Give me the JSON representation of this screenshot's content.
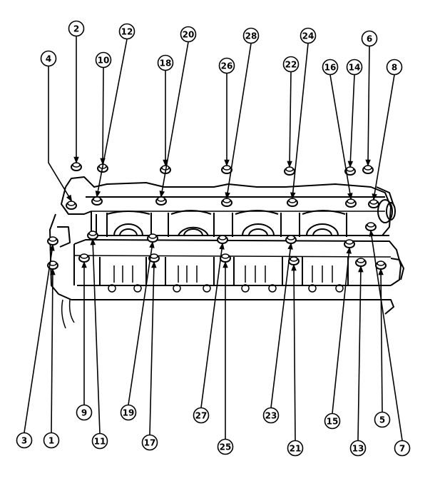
{
  "callouts": [
    {
      "n": "1"
    },
    {
      "n": "2"
    },
    {
      "n": "3"
    },
    {
      "n": "4"
    },
    {
      "n": "5"
    },
    {
      "n": "6"
    },
    {
      "n": "7"
    },
    {
      "n": "8"
    },
    {
      "n": "9"
    },
    {
      "n": "10"
    },
    {
      "n": "11"
    },
    {
      "n": "12"
    },
    {
      "n": "13"
    },
    {
      "n": "14"
    },
    {
      "n": "15"
    },
    {
      "n": "16"
    },
    {
      "n": "17"
    },
    {
      "n": "18"
    },
    {
      "n": "19"
    },
    {
      "n": "20"
    },
    {
      "n": "21"
    },
    {
      "n": "22"
    },
    {
      "n": "23"
    },
    {
      "n": "24"
    },
    {
      "n": "25"
    },
    {
      "n": "26"
    },
    {
      "n": "27"
    },
    {
      "n": "28"
    }
  ],
  "colors": {
    "ink": "#000000",
    "paper": "#ffffff"
  }
}
